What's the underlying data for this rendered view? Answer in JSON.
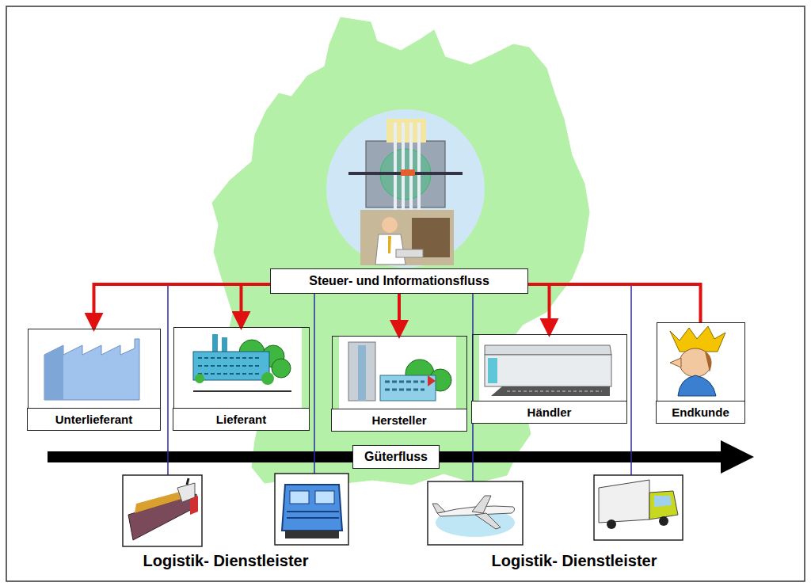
{
  "diagram": {
    "nodes": [
      {
        "text": [
          "Steuer- und Informationsfluss"
        ]
      },
      {
        "text": [
          "Unterlieferant"
        ]
      },
      {
        "text": [
          "Lieferant"
        ]
      },
      {
        "text": [
          "Hersteller"
        ]
      },
      {
        "text": [
          "Händler"
        ]
      },
      {
        "text": [
          "Endkunde"
        ]
      }
    ],
    "edges": [
      {
        "from": 0,
        "to": 1,
        "arrow": "to"
      },
      {
        "from": 0,
        "to": 2,
        "arrow": "to"
      },
      {
        "from": 0,
        "to": 3,
        "arrow": "to"
      },
      {
        "from": 0,
        "to": 4,
        "arrow": "to"
      },
      {
        "from": 0,
        "to": 5,
        "arrow": "none"
      }
    ],
    "labels": [
      "Güterfluss",
      "Logistik- Dienstleister",
      "Logistik- Dienstleister"
    ]
  }
}
